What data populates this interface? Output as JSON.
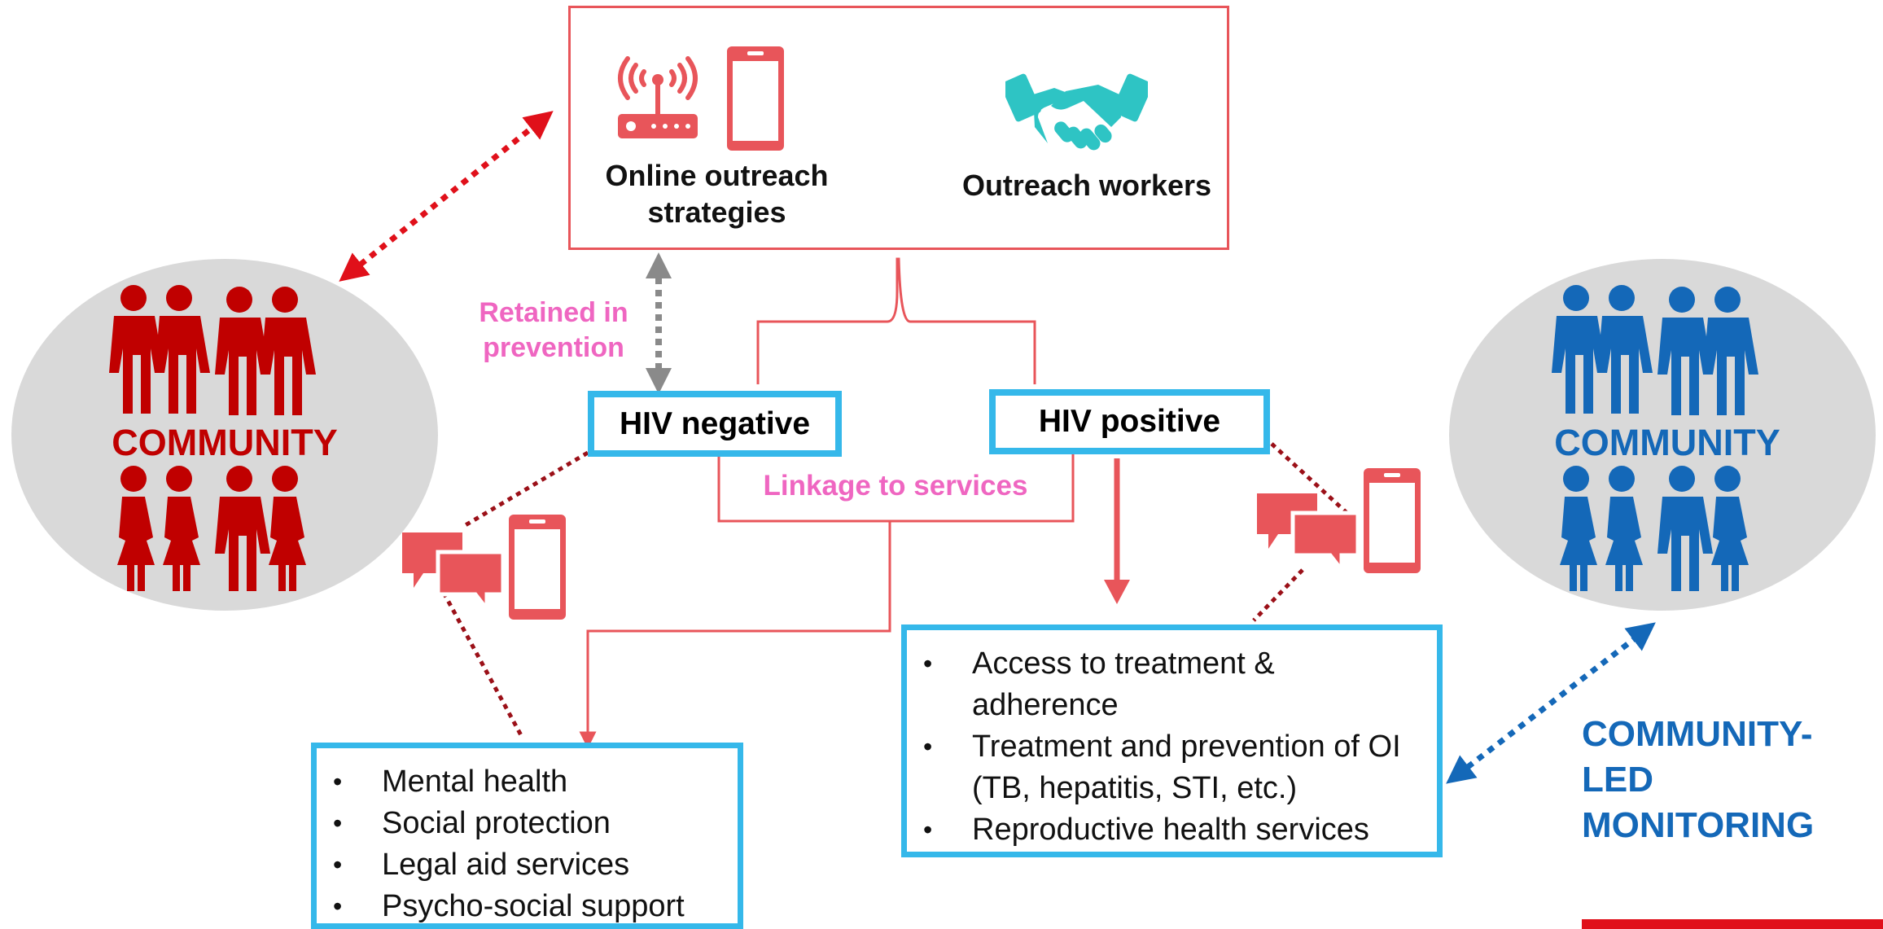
{
  "outreach": {
    "online_label": "Online outreach strategies",
    "workers_label": "Outreach workers"
  },
  "status": {
    "negative": "HIV negative",
    "positive": "HIV positive"
  },
  "annotations": {
    "retained": "Retained in prevention",
    "linkage": "Linkage to services"
  },
  "community_left": {
    "label": "COMMUNITY",
    "color": "#c00000"
  },
  "community_right": {
    "label": "COMMUNITY",
    "color": "#1468b8"
  },
  "clm_label": "COMMUNITY-LED MONITORING",
  "negative_services": [
    "Mental health",
    "Social protection",
    "Legal aid services",
    "Psycho-social support"
  ],
  "positive_services": [
    "Access to treatment & adherence",
    "Treatment and prevention of OI (TB, hepatitis, STI, etc.)",
    "Reproductive health services"
  ],
  "colors": {
    "accent_red": "#e8555a",
    "box_blue": "#35b8ea",
    "teal": "#2ec4c4",
    "pink_text": "#ef66c1",
    "ellipse_grey": "#d9d9d9"
  }
}
